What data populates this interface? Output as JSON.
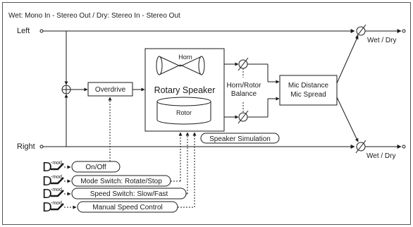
{
  "header": {
    "signal_mode": "Wet: Mono In - Stereo Out  /  Dry: Stereo In - Stereo Out"
  },
  "inputs": {
    "left": "Left",
    "right": "Right"
  },
  "outputs": {
    "left_mix": "Wet / Dry",
    "right_mix": "Wet / Dry"
  },
  "blocks": {
    "overdrive": "Overdrive",
    "rotary_speaker": "Rotary Speaker",
    "horn": "Horn",
    "rotor": "Rotor",
    "balance_line1": "Horn/Rotor",
    "balance_line2": "Balance",
    "mic_line1": "Mic Distance",
    "mic_line2": "Mic Spread",
    "speaker_simulation": "Speaker Simulation"
  },
  "controls": [
    {
      "label": "On/Off"
    },
    {
      "label": "Mode Switch: Rotate/Stop"
    },
    {
      "label": "Speed Switch: Slow/Fast"
    },
    {
      "label": "Manual Speed Control"
    }
  ],
  "mod_source": {
    "letter": "D",
    "tag": "-mod"
  },
  "colors": {
    "line": "#1a1a1a",
    "background": "#ffffff"
  }
}
